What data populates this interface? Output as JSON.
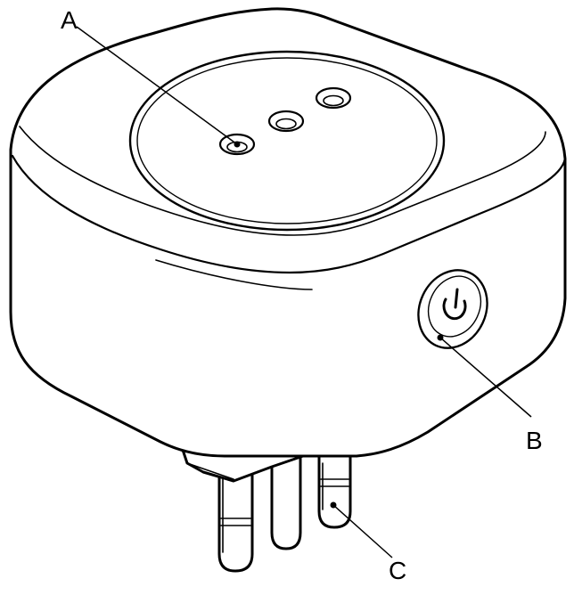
{
  "labels": {
    "a": "A",
    "b": "B",
    "c": "C"
  },
  "colors": {
    "line": "#000000",
    "fill": "#ffffff"
  },
  "icons": {
    "power_button": "power-icon"
  }
}
